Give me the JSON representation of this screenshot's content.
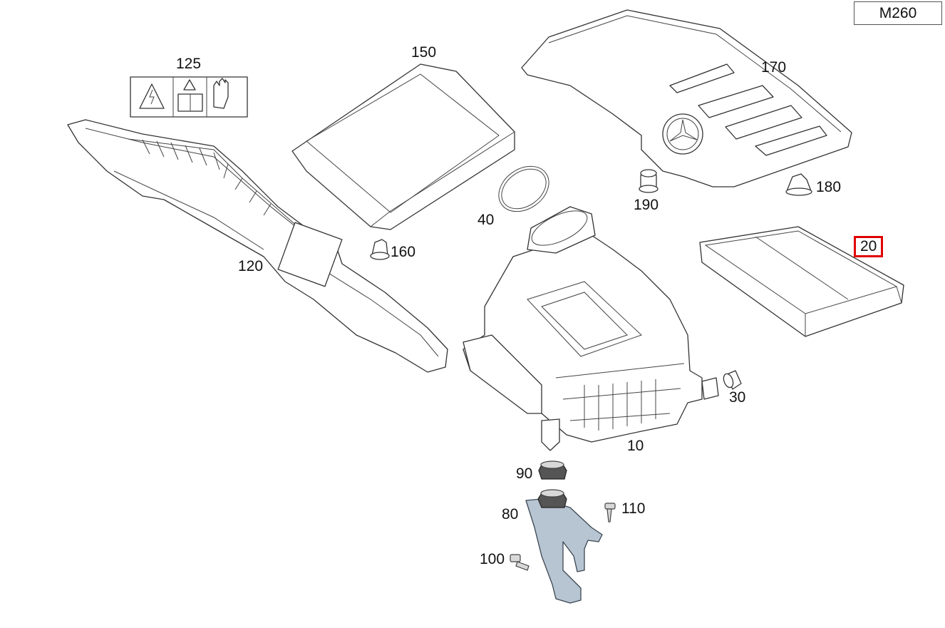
{
  "engine_code": "M260",
  "highlighted_part": "20",
  "part_labels": {
    "p10": "10",
    "p20": "20",
    "p30": "30",
    "p40": "40",
    "p80": "80",
    "p90": "90",
    "p100": "100",
    "p110": "110",
    "p120": "120",
    "p125": "125",
    "p150": "150",
    "p160": "160",
    "p170": "170",
    "p180": "180",
    "p190": "190"
  },
  "colors": {
    "highlight": "#e00000",
    "line": "#333333",
    "bracket": "#b7c4d1"
  }
}
